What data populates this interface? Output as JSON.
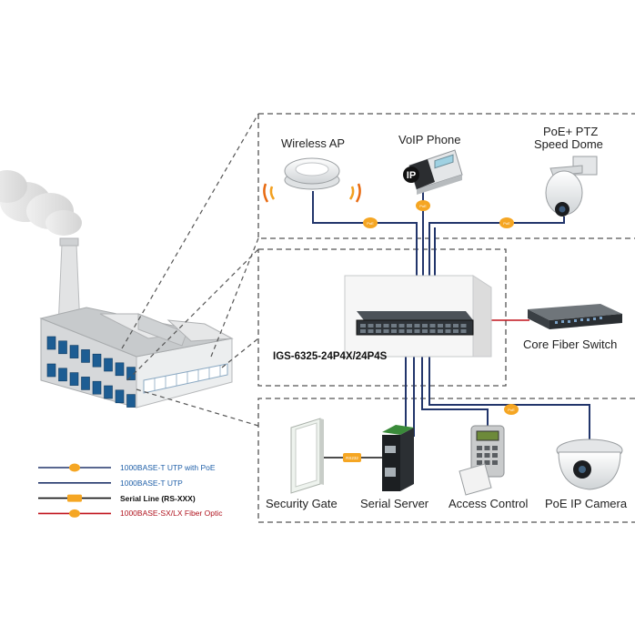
{
  "devices": {
    "wireless_ap": "Wireless AP",
    "voip_phone": "VoIP Phone",
    "ptz_line1": "PoE+ PTZ",
    "ptz_line2": "Speed Dome",
    "core_switch": "Core Fiber Switch",
    "switch_model": "IGS-6325-24P4X/24P4S",
    "security_gate": "Security Gate",
    "serial_server": "Serial Server",
    "access_control": "Access Control",
    "poe_camera": "PoE IP Camera"
  },
  "legend": [
    {
      "label": "1000BASE-T UTP with PoE",
      "color": "#1f5fa8",
      "line": "#22356b",
      "marker": "poe"
    },
    {
      "label": "1000BASE-T UTP",
      "color": "#1f5fa8",
      "line": "#22356b",
      "marker": "none"
    },
    {
      "label": "Serial Line (RS-XXX)",
      "color": "#111111",
      "line": "#111111",
      "marker": "serial"
    },
    {
      "label": "1000BASE-SX/LX Fiber Optic",
      "color": "#b0131e",
      "line": "#c0121b",
      "marker": "fiber"
    }
  ],
  "colors": {
    "utp": "#22356b",
    "poe_badge": "#f5a623",
    "fiber": "#c0121b",
    "dashed_border": "#555555",
    "factory_wall": "#d8dadc",
    "factory_window": "#1d5d93"
  }
}
